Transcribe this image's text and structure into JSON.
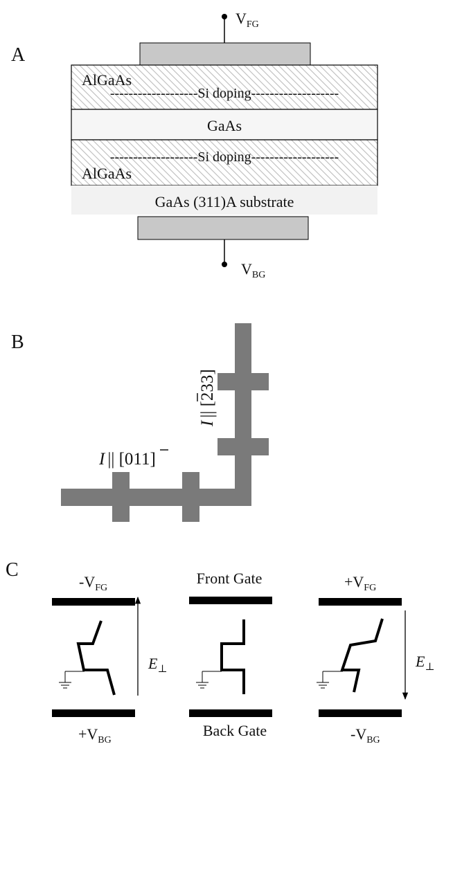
{
  "panel_a": {
    "label": "A",
    "front_gate_terminal": "V",
    "front_gate_sub": "FG",
    "top_layer": "AlGaAs",
    "top_doping": "-------------------Si doping-------------------",
    "well_layer": "GaAs",
    "bottom_doping": "-------------------Si doping-------------------",
    "bottom_layer": "AlGaAs",
    "substrate": "GaAs (311)A  substrate",
    "back_gate_terminal": "V",
    "back_gate_sub": "BG"
  },
  "panel_b": {
    "label": "B",
    "current_vertical": "I",
    "vertical_direction": "|| [233]",
    "current_horizontal": "I",
    "horizontal_direction": "|| [011]"
  },
  "panel_c": {
    "label": "C",
    "left": {
      "top_prefix": "-V",
      "top_sub": "FG",
      "bottom_prefix": "+V",
      "bottom_sub": "BG",
      "field": "E",
      "field_sub": "⊥"
    },
    "middle": {
      "top_label": "Front Gate",
      "bottom_label": "Back Gate"
    },
    "right": {
      "top_prefix": "+V",
      "top_sub": "FG",
      "bottom_prefix": "-V",
      "bottom_sub": "BG",
      "field": "E",
      "field_sub": "⊥"
    }
  },
  "colors": {
    "gate_fill": "#c8c8c8",
    "hallbar_fill": "#7a7a7a",
    "substrate_fill": "#f2f2f2",
    "hatch_line": "#bdbdbd",
    "electrode": "#000000"
  }
}
